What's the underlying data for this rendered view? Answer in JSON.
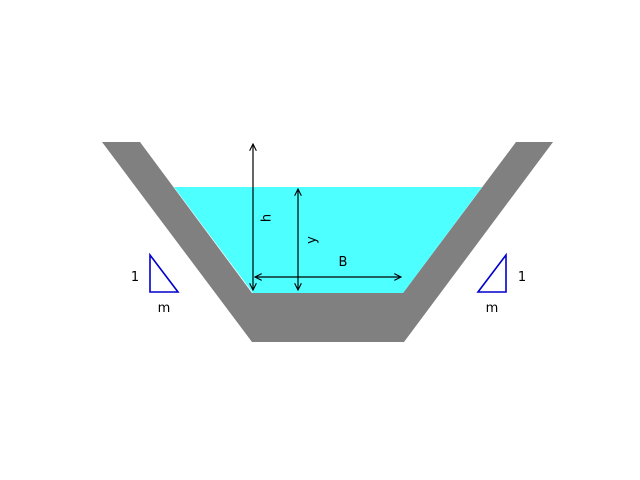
{
  "labels": {
    "total_depth": "h",
    "water_depth": "y",
    "bottom_width": "B",
    "slope_left_vertical": "1",
    "slope_left_horizontal": "m",
    "slope_right_vertical": "1",
    "slope_right_horizontal": "m"
  },
  "colors": {
    "channel_wall": "#808080",
    "water": "#4dffff",
    "dimension_lines": "#000000",
    "slope_triangles": "#0000cc",
    "background": "#ffffff"
  }
}
